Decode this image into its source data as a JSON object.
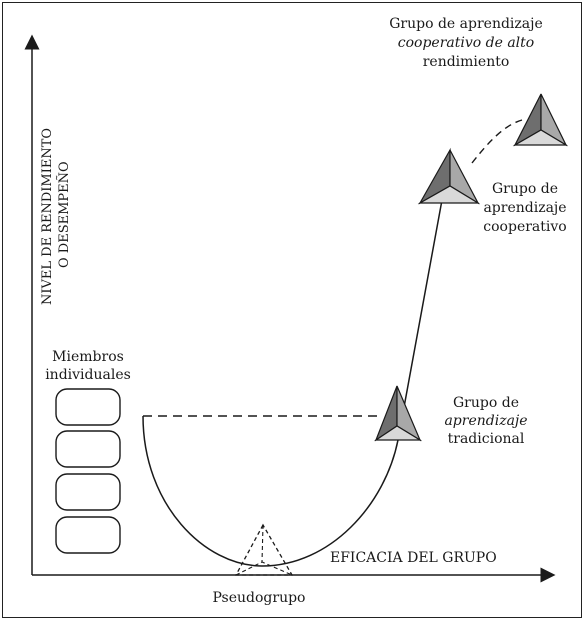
{
  "labels": {
    "y_axis_line1": "NIVEL DE RENDIMIENTO",
    "y_axis_line2": "O DESEMPEÑO",
    "x_axis": "EFICACIA DEL GRUPO",
    "members_line1": "Miembros",
    "members_line2": "individuales",
    "pseudo": "Pseudogrupo",
    "traditional_line1": "Grupo de",
    "traditional_line2": "aprendizaje",
    "traditional_line3": "tradicional",
    "cooperative_line1": "Grupo de",
    "cooperative_line2": "aprendizaje",
    "cooperative_line3": "cooperativo",
    "high_line1": "Grupo de aprendizaje",
    "high_line2": "cooperativo de alto",
    "high_line3": "rendimiento"
  },
  "colors": {
    "ink": "#1a1a1a",
    "pyramid_dark": "#6e6e6e",
    "pyramid_mid": "#a8a8a8",
    "pyramid_light": "#d9d9d9"
  }
}
